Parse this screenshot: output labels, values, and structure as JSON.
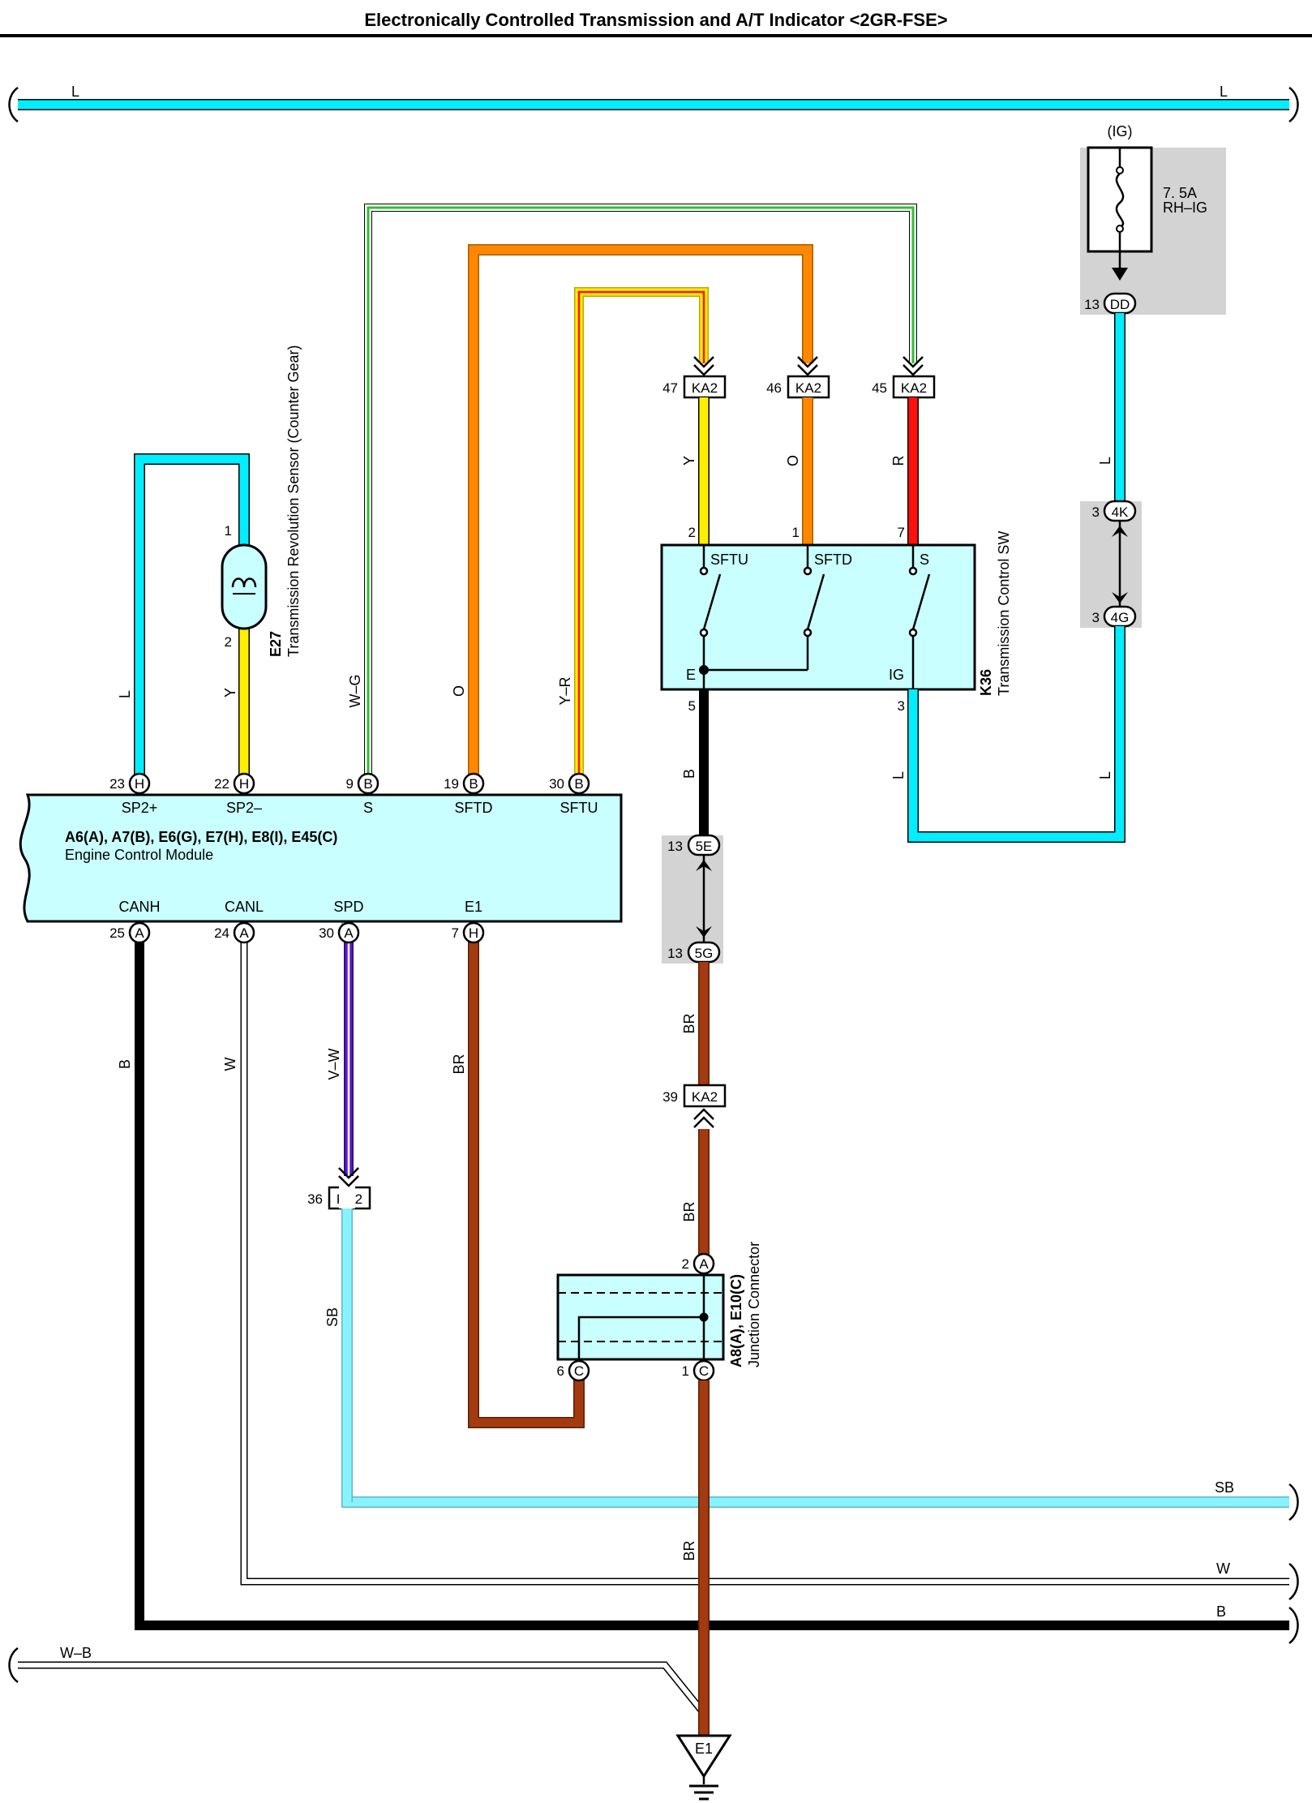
{
  "title": "Electronically Controlled Transmission and A/T Indicator <2GR-FSE>",
  "colors": {
    "L": "#00eeff",
    "SB": "#88f2ff",
    "Y": "#ffee00",
    "O": "#ff8800",
    "R": "#ff1010",
    "B": "#000000",
    "BR": "#a33a10",
    "V": "#5a1bc9",
    "G": "#2fbf2f",
    "W": "#ffffff",
    "component_fill": "#c9ffff",
    "group_gray": "#d3d3d3"
  },
  "wire_labels": {
    "top_bus_left": "L",
    "top_bus_right": "L",
    "sensor_l": "L",
    "sensor_y": "Y",
    "s_wire": "W–G",
    "sftd_wire": "O",
    "sftu_wire": "Y–R",
    "ka2_47": "Y",
    "ka2_46": "O",
    "ka2_45": "R",
    "ig_vert": "L",
    "k36_ig": "L",
    "ig_lower": "L",
    "k36_e": "B",
    "br_upper": "BR",
    "br_mid": "BR",
    "br_low": "BR",
    "canh": "B",
    "canl": "W",
    "spd": "V–W",
    "e1": "BR",
    "sb_down": "SB",
    "sb_right": "SB",
    "w_right": "W",
    "b_right": "B",
    "wb_left": "W–B"
  },
  "fuse": {
    "group": "(IG)",
    "rating": "7. 5A",
    "name": "RH–IG",
    "connector": "DD",
    "pin": "13"
  },
  "j4": {
    "top": "4K",
    "top_pin": "3",
    "bottom": "4G",
    "bottom_pin": "3"
  },
  "j5": {
    "top": "5E",
    "top_pin": "13",
    "bottom": "5G",
    "bottom_pin": "13"
  },
  "ka2": {
    "name": "KA2",
    "pins": {
      "p47": "47",
      "p46": "46",
      "p45": "45",
      "p39": "39",
      "p36": "36"
    }
  },
  "sensor": {
    "code": "E27",
    "name": "Transmission Revolution Sensor (Counter Gear)",
    "pin1": "1",
    "pin2": "2"
  },
  "k36": {
    "code": "K36",
    "name": "Transmission Control SW",
    "terms": {
      "sftu": "SFTU",
      "sftd": "SFTD",
      "s": "S",
      "e": "E",
      "ig": "IG"
    },
    "pins": {
      "sftu": "2",
      "sftd": "1",
      "s": "7",
      "e": "5",
      "ig": "3"
    }
  },
  "ecm": {
    "connectors": "A6(A), A7(B), E6(G), E7(H), E8(I), E45(C)",
    "name": "Engine Control Module",
    "top_pins": [
      {
        "num": "23",
        "conn": "H",
        "term": "SP2+"
      },
      {
        "num": "22",
        "conn": "H",
        "term": "SP2–"
      },
      {
        "num": "9",
        "conn": "B",
        "term": "S"
      },
      {
        "num": "19",
        "conn": "B",
        "term": "SFTD"
      },
      {
        "num": "30",
        "conn": "B",
        "term": "SFTU"
      }
    ],
    "bottom_pins": [
      {
        "num": "25",
        "conn": "A",
        "term": "CANH"
      },
      {
        "num": "24",
        "conn": "A",
        "term": "CANL"
      },
      {
        "num": "30",
        "conn": "A",
        "term": "SPD"
      },
      {
        "num": "7",
        "conn": "H",
        "term": "E1"
      }
    ]
  },
  "junction": {
    "code": "A8(A), E10(C)",
    "name": "Junction Connector",
    "pins": [
      {
        "num": "2",
        "conn": "A"
      },
      {
        "num": "6",
        "conn": "C"
      },
      {
        "num": "1",
        "conn": "C"
      }
    ]
  },
  "ground": {
    "name": "E1"
  }
}
